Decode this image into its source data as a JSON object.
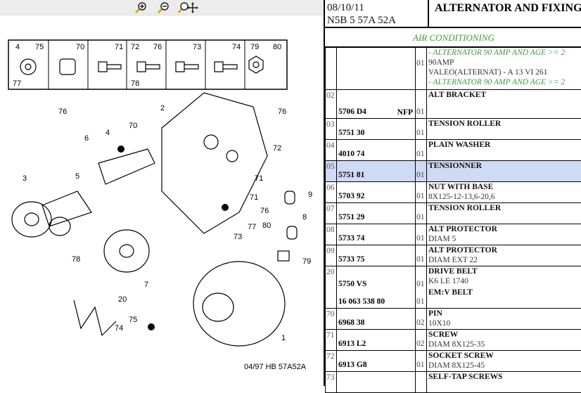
{
  "toolbar": {
    "icons": [
      "zoom-in-icon",
      "zoom-out-icon",
      "zoom-pan-icon"
    ]
  },
  "diagram": {
    "legend_labels": [
      "4",
      "75",
      "77",
      "70",
      "71",
      "72",
      "76",
      "78",
      "73",
      "74",
      "79",
      "80"
    ],
    "callouts": [
      "76",
      "2",
      "76",
      "70",
      "4",
      "6",
      "72",
      "3",
      "5",
      "71",
      "71",
      "9",
      "76",
      "8",
      "77",
      "73",
      "80",
      "79",
      "78",
      "7",
      "20",
      "75",
      "74",
      "1"
    ],
    "code": "04/97 HB 57A52A"
  },
  "header": {
    "date": "08/10/11",
    "ref": "N5B 5 57A 52A",
    "title": "ALTERNATOR AND FIXINGS"
  },
  "section": "AIR CONDITIONING",
  "rows": [
    {
      "idx": "",
      "ref": "",
      "qty": "01",
      "lines": [
        {
          "t": "- ALTERNATOR 90 AMP AND AGE >= 2",
          "c": "g"
        },
        {
          "t": "90AMP",
          "c": ""
        },
        {
          "t": "VALEO(ALTERNAT) - A 13 VI 261",
          "c": ""
        },
        {
          "t": "- ALTERNATOR 90 AMP AND AGE >= 2",
          "c": "g"
        }
      ]
    },
    {
      "idx": "02",
      "ref": "5706 D4",
      "note": "NFP",
      "qty": "01",
      "lines": [
        {
          "t": "ALT BRACKET",
          "c": "b"
        }
      ]
    },
    {
      "idx": "03",
      "ref": "5751 30",
      "qty": "01",
      "lines": [
        {
          "t": "TENSION ROLLER",
          "c": "b"
        }
      ]
    },
    {
      "idx": "04",
      "ref": "4010 74",
      "qty": "01",
      "lines": [
        {
          "t": "PLAIN WASHER",
          "c": "b"
        }
      ]
    },
    {
      "idx": "05",
      "ref": "5751 81",
      "qty": "01",
      "lines": [
        {
          "t": "TENSIONNER",
          "c": "b"
        }
      ],
      "selected": true
    },
    {
      "idx": "06",
      "ref": "5703 92",
      "qty": "01",
      "lines": [
        {
          "t": "NUT WITH BASE",
          "c": "b"
        },
        {
          "t": "8X125-12-13,6-20,6",
          "c": ""
        }
      ]
    },
    {
      "idx": "07",
      "ref": "5751 29",
      "qty": "01",
      "lines": [
        {
          "t": "TENSION ROLLER",
          "c": "b"
        }
      ]
    },
    {
      "idx": "08",
      "ref": "5733 74",
      "qty": "01",
      "lines": [
        {
          "t": "ALT PROTECTOR",
          "c": "b"
        },
        {
          "t": "DIAM 5",
          "c": ""
        }
      ]
    },
    {
      "idx": "09",
      "ref": "5733 75",
      "qty": "01",
      "lines": [
        {
          "t": "ALT PROTECTOR",
          "c": "b"
        },
        {
          "t": "DIAM EXT 22",
          "c": ""
        }
      ]
    },
    {
      "idx": "20",
      "ref": "5750 VS",
      "ref2": "16 063 538 80",
      "qty": "01",
      "qty2": "01",
      "lines": [
        {
          "t": "DRIVE BELT",
          "c": "b"
        },
        {
          "t": "K6 LE 1740",
          "c": ""
        },
        {
          "t": "EM:V BELT",
          "c": "b"
        }
      ]
    },
    {
      "idx": "70",
      "ref": "6968 38",
      "qty": "02",
      "lines": [
        {
          "t": "PIN",
          "c": "b"
        },
        {
          "t": "10X10",
          "c": ""
        }
      ]
    },
    {
      "idx": "71",
      "ref": "6913 L2",
      "qty": "02",
      "lines": [
        {
          "t": "SCREW",
          "c": "b"
        },
        {
          "t": "DIAM 8X125-35",
          "c": ""
        }
      ]
    },
    {
      "idx": "72",
      "ref": "6913 G8",
      "qty": "01",
      "lines": [
        {
          "t": "SOCKET SCREW",
          "c": "b"
        },
        {
          "t": "DIAM 8X125-45",
          "c": ""
        }
      ]
    },
    {
      "idx": "73",
      "ref": "",
      "qty": "",
      "lines": [
        {
          "t": "SELF-TAP SCREWS",
          "c": "b"
        }
      ]
    }
  ]
}
